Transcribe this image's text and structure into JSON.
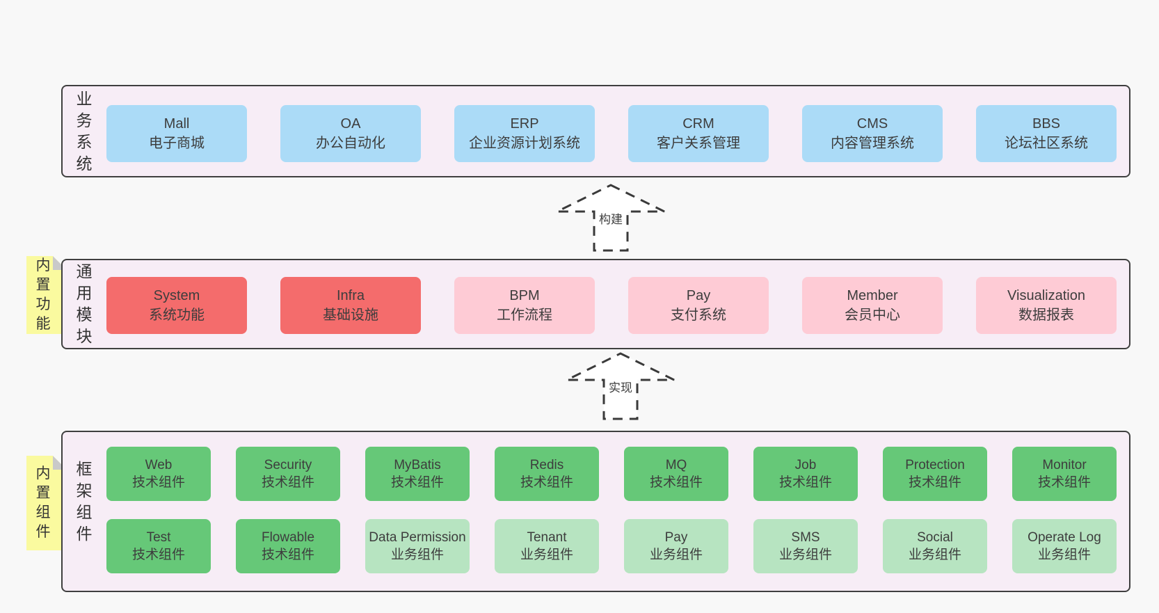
{
  "colors": {
    "page_bg": "#f8f8f8",
    "panel_bg": "#f7edf6",
    "panel_border": "#3f3f3f",
    "box_blue": "#abdbf7",
    "box_red": "#f46c6c",
    "box_pink": "#fecbd5",
    "box_green": "#66c878",
    "box_light_green": "#b7e4c1",
    "note_yellow": "#fafa9f",
    "note_fold_gray": "#c9c9c9",
    "text": "#3d3d3d"
  },
  "layers": [
    {
      "label": "业务系统",
      "boxes": [
        {
          "name": "Mall",
          "desc": "电子商城"
        },
        {
          "name": "OA",
          "desc": "办公自动化"
        },
        {
          "name": "ERP",
          "desc": "企业资源计划系统"
        },
        {
          "name": "CRM",
          "desc": "客户关系管理"
        },
        {
          "name": "CMS",
          "desc": "内容管理系统"
        },
        {
          "name": "BBS",
          "desc": "论坛社区系统"
        }
      ]
    },
    {
      "label": "通用模块",
      "note": "内置功能",
      "boxes": [
        {
          "name": "System",
          "desc": "系统功能"
        },
        {
          "name": "Infra",
          "desc": "基础设施"
        },
        {
          "name": "BPM",
          "desc": "工作流程"
        },
        {
          "name": "Pay",
          "desc": "支付系统"
        },
        {
          "name": "Member",
          "desc": "会员中心"
        },
        {
          "name": "Visualization",
          "desc": "数据报表"
        }
      ]
    },
    {
      "label": "框架组件",
      "note": "内置组件",
      "rows": [
        [
          {
            "name": "Web",
            "desc": "技术组件"
          },
          {
            "name": "Security",
            "desc": "技术组件"
          },
          {
            "name": "MyBatis",
            "desc": "技术组件"
          },
          {
            "name": "Redis",
            "desc": "技术组件"
          },
          {
            "name": "MQ",
            "desc": "技术组件"
          },
          {
            "name": "Job",
            "desc": "技术组件"
          },
          {
            "name": "Protection",
            "desc": "技术组件"
          },
          {
            "name": "Monitor",
            "desc": "技术组件"
          }
        ],
        [
          {
            "name": "Test",
            "desc": "技术组件"
          },
          {
            "name": "Flowable",
            "desc": "技术组件"
          },
          {
            "name": "Data Permission",
            "desc": "业务组件"
          },
          {
            "name": "Tenant",
            "desc": "业务组件"
          },
          {
            "name": "Pay",
            "desc": "业务组件"
          },
          {
            "name": "SMS",
            "desc": "业务组件"
          },
          {
            "name": "Social",
            "desc": "业务组件"
          },
          {
            "name": "Operate Log",
            "desc": "业务组件"
          }
        ]
      ]
    }
  ],
  "arrows": [
    {
      "label": "构建"
    },
    {
      "label": "实现"
    }
  ]
}
